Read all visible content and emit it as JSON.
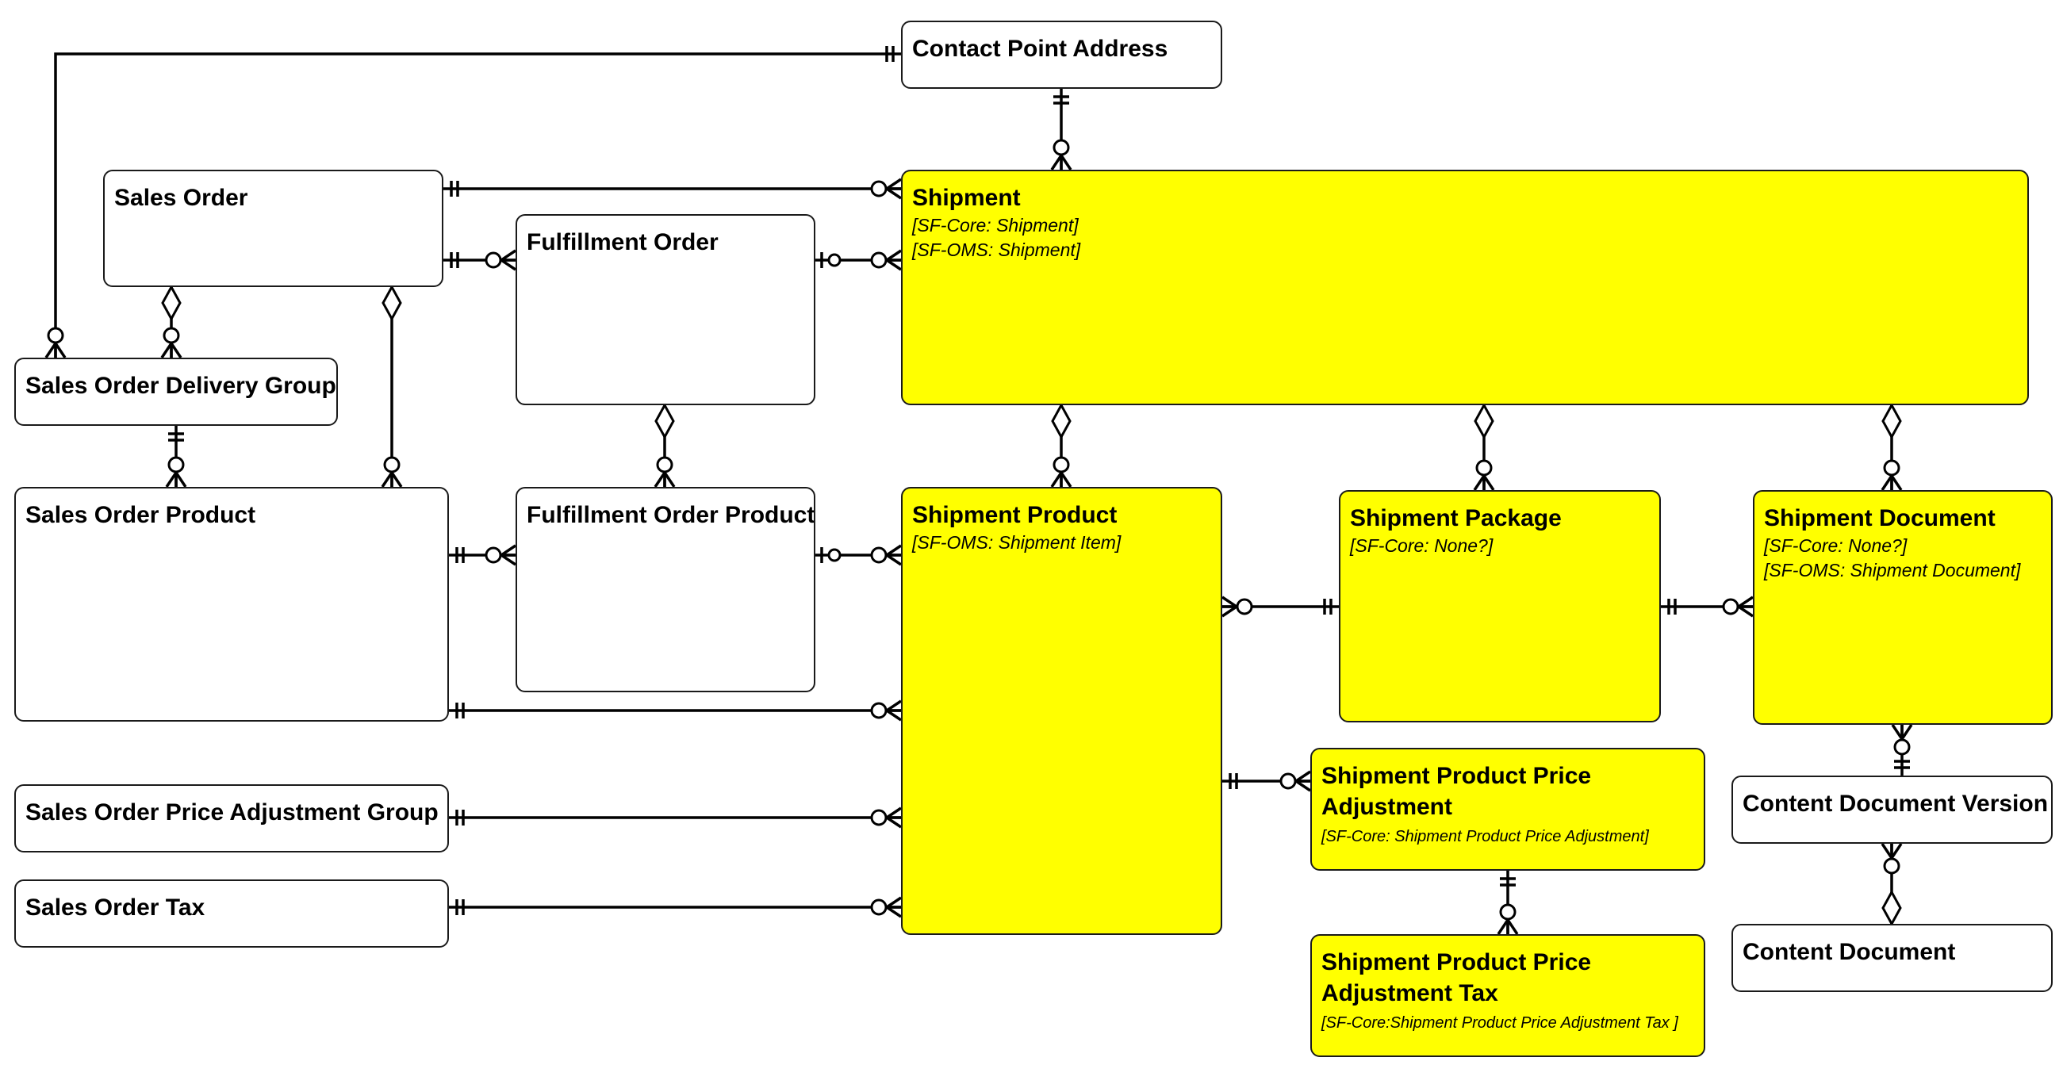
{
  "entities": {
    "contact_point_address": {
      "name": "Contact Point Address"
    },
    "sales_order": {
      "name": "Sales Order"
    },
    "fulfillment_order": {
      "name": "Fulfillment Order"
    },
    "shipment": {
      "name": "Shipment",
      "notes": [
        "[SF-Core: Shipment]",
        "[SF-OMS: Shipment]"
      ]
    },
    "sales_order_delivery_group": {
      "name": "Sales Order Delivery Group"
    },
    "sales_order_product": {
      "name": "Sales Order Product"
    },
    "fulfillment_order_product": {
      "name": "Fulfillment Order Product"
    },
    "shipment_product": {
      "name": "Shipment Product",
      "notes": [
        "[SF-OMS: Shipment Item]"
      ]
    },
    "shipment_package": {
      "name": "Shipment Package",
      "notes": [
        "[SF-Core: None?]"
      ]
    },
    "shipment_document": {
      "name": "Shipment Document",
      "notes": [
        "[SF-Core: None?]",
        "[SF-OMS: Shipment Document]"
      ]
    },
    "sales_order_price_adjustment_group": {
      "name": "Sales Order Price Adjustment Group"
    },
    "sales_order_tax": {
      "name": "Sales Order Tax"
    },
    "shipment_product_price_adjustment": {
      "name": "Shipment Product Price Adjustment",
      "notes": [
        "[SF-Core: Shipment Product Price Adjustment]"
      ]
    },
    "content_document_version": {
      "name": "Content Document Version"
    },
    "content_document": {
      "name": "Content Document"
    },
    "shipment_product_price_adjustment_tax": {
      "name": "Shipment Product Price Adjustment Tax",
      "notes": [
        "[SF-Core:Shipment Product Price Adjustment Tax ]"
      ]
    }
  },
  "colors": {
    "highlight": "#ffff00",
    "border": "#1a1a1a",
    "line": "#000000"
  },
  "relationships": [
    {
      "from": "contact_point_address",
      "to": "sales_order_delivery_group",
      "from_end": "exactly-one",
      "to_end": "zero-or-many"
    },
    {
      "from": "contact_point_address",
      "to": "shipment",
      "from_end": "exactly-one",
      "to_end": "zero-or-many"
    },
    {
      "from": "sales_order",
      "to": "shipment",
      "from_end": "exactly-one",
      "to_end": "zero-or-many"
    },
    {
      "from": "sales_order",
      "to": "fulfillment_order",
      "from_end": "exactly-one",
      "to_end": "zero-or-many"
    },
    {
      "from": "fulfillment_order",
      "to": "shipment",
      "from_end": "zero-or-one",
      "to_end": "zero-or-many"
    },
    {
      "from": "sales_order",
      "to": "sales_order_delivery_group",
      "from_end": "aggregation",
      "to_end": "zero-or-many"
    },
    {
      "from": "sales_order",
      "to": "sales_order_product",
      "from_end": "aggregation",
      "to_end": "zero-or-many"
    },
    {
      "from": "sales_order_delivery_group",
      "to": "sales_order_product",
      "from_end": "exactly-one",
      "to_end": "zero-or-many"
    },
    {
      "from": "fulfillment_order",
      "to": "fulfillment_order_product",
      "from_end": "aggregation",
      "to_end": "zero-or-many"
    },
    {
      "from": "sales_order_product",
      "to": "fulfillment_order_product",
      "from_end": "exactly-one",
      "to_end": "zero-or-many"
    },
    {
      "from": "fulfillment_order_product",
      "to": "shipment_product",
      "from_end": "zero-or-one",
      "to_end": "zero-or-many"
    },
    {
      "from": "sales_order_product",
      "to": "shipment_product",
      "from_end": "exactly-one",
      "to_end": "zero-or-many"
    },
    {
      "from": "sales_order_price_adjustment_group",
      "to": "shipment_product",
      "from_end": "exactly-one",
      "to_end": "zero-or-many"
    },
    {
      "from": "sales_order_tax",
      "to": "shipment_product",
      "from_end": "exactly-one",
      "to_end": "zero-or-many"
    },
    {
      "from": "shipment",
      "to": "shipment_product",
      "from_end": "aggregation",
      "to_end": "zero-or-many"
    },
    {
      "from": "shipment",
      "to": "shipment_package",
      "from_end": "aggregation",
      "to_end": "zero-or-many"
    },
    {
      "from": "shipment",
      "to": "shipment_document",
      "from_end": "aggregation",
      "to_end": "zero-or-many"
    },
    {
      "from": "shipment_package",
      "to": "shipment_product",
      "from_end": "exactly-one",
      "to_end": "zero-or-many"
    },
    {
      "from": "shipment_package",
      "to": "shipment_document",
      "from_end": "exactly-one",
      "to_end": "zero-or-many"
    },
    {
      "from": "shipment_product",
      "to": "shipment_product_price_adjustment",
      "from_end": "exactly-one",
      "to_end": "zero-or-many"
    },
    {
      "from": "shipment_product_price_adjustment",
      "to": "shipment_product_price_adjustment_tax",
      "from_end": "exactly-one",
      "to_end": "zero-or-many"
    },
    {
      "from": "content_document_version",
      "to": "shipment_document",
      "from_end": "exactly-one",
      "to_end": "zero-or-many"
    },
    {
      "from": "content_document",
      "to": "content_document_version",
      "from_end": "aggregation",
      "to_end": "zero-or-many"
    }
  ]
}
